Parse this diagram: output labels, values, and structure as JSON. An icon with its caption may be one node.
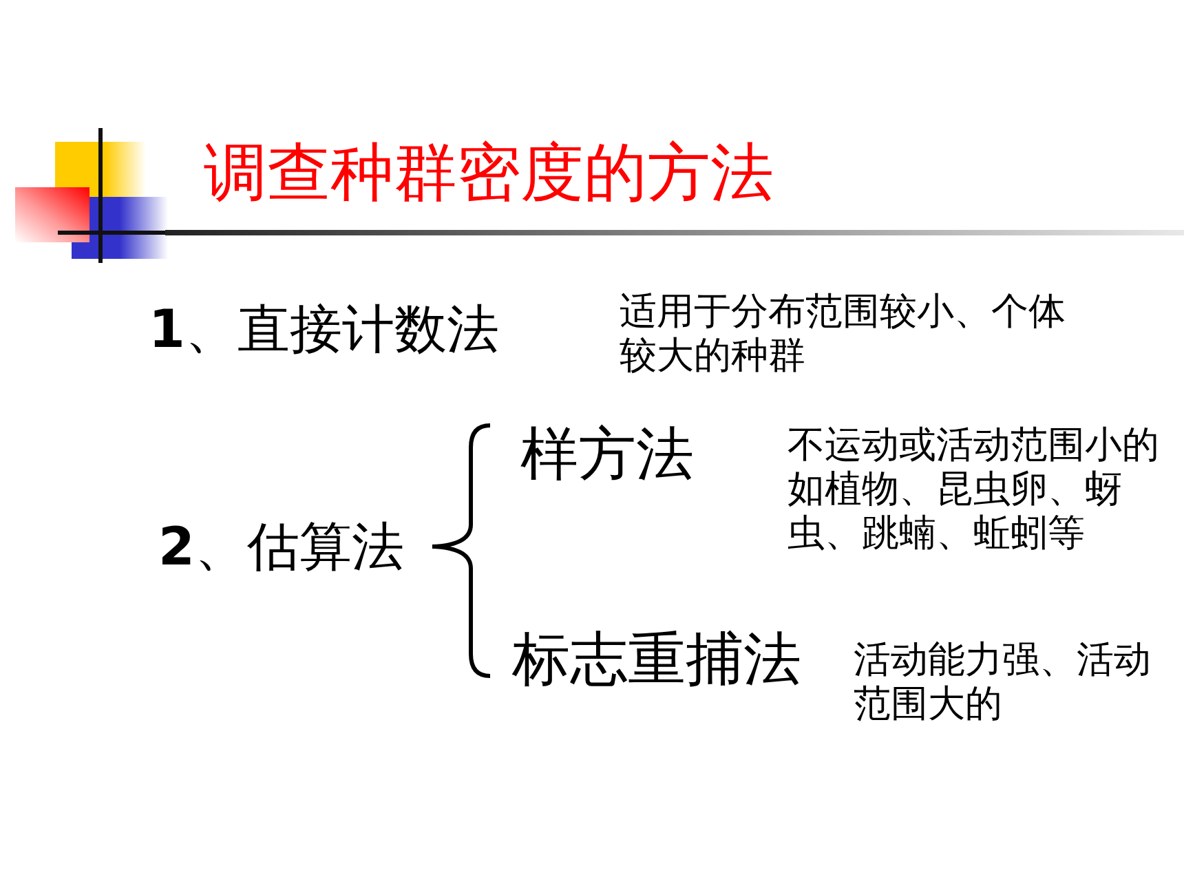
{
  "diagram": {
    "title": "调查种群密度的方法",
    "labels": [
      "**1**、直接计数法",
      "适用于分布范围较小、个体较大的种群",
      "样方法",
      "不运动或活动范围小的如植物、昆虫卵、蚜虫、跳蝻、蚯蚓等",
      "**2**、估算法",
      "标志重捕法",
      "活动能力强、活动范围大的"
    ]
  }
}
